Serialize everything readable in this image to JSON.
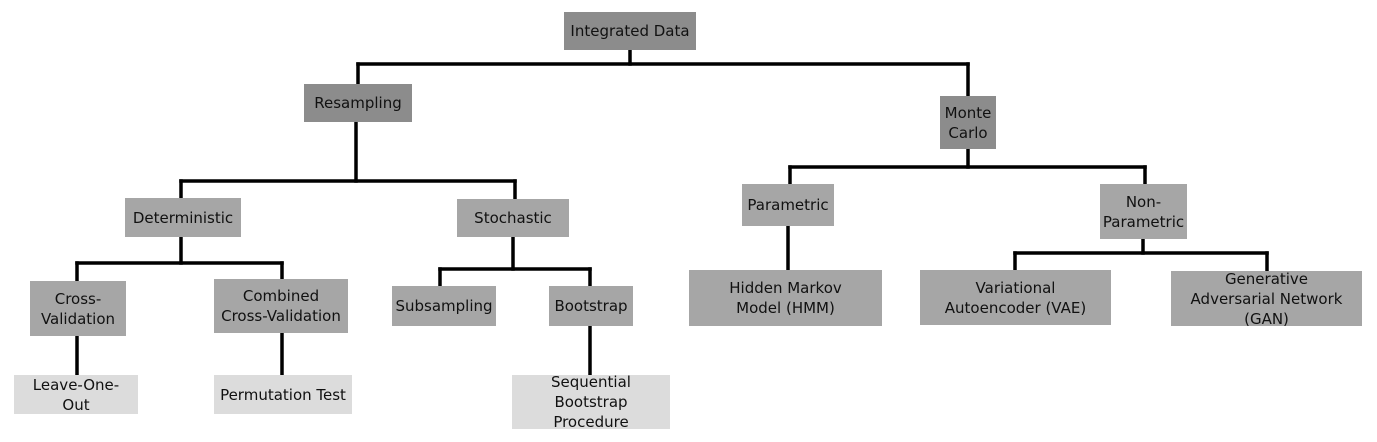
{
  "diagram": {
    "nodes": {
      "root": "Integrated Data",
      "resampling": "Resampling",
      "monte_carlo": "Monte Carlo",
      "deterministic": "Deterministic",
      "stochastic": "Stochastic",
      "parametric": "Parametric",
      "non_parametric": "Non-Parametric",
      "cross_validation": "Cross-Validation",
      "combined_cross_validation": "Combined Cross-Validation",
      "subsampling": "Subsampling",
      "bootstrap": "Bootstrap",
      "hmm": "Hidden Markov Model (HMM)",
      "vae": "Variational Autoencoder (VAE)",
      "gan": "Generative Adversarial Network (GAN)",
      "leave_one_out": "Leave-One-Out",
      "permutation_test": "Permutation Test",
      "sequential_bootstrap": "Sequential Bootstrap Procedure"
    }
  }
}
